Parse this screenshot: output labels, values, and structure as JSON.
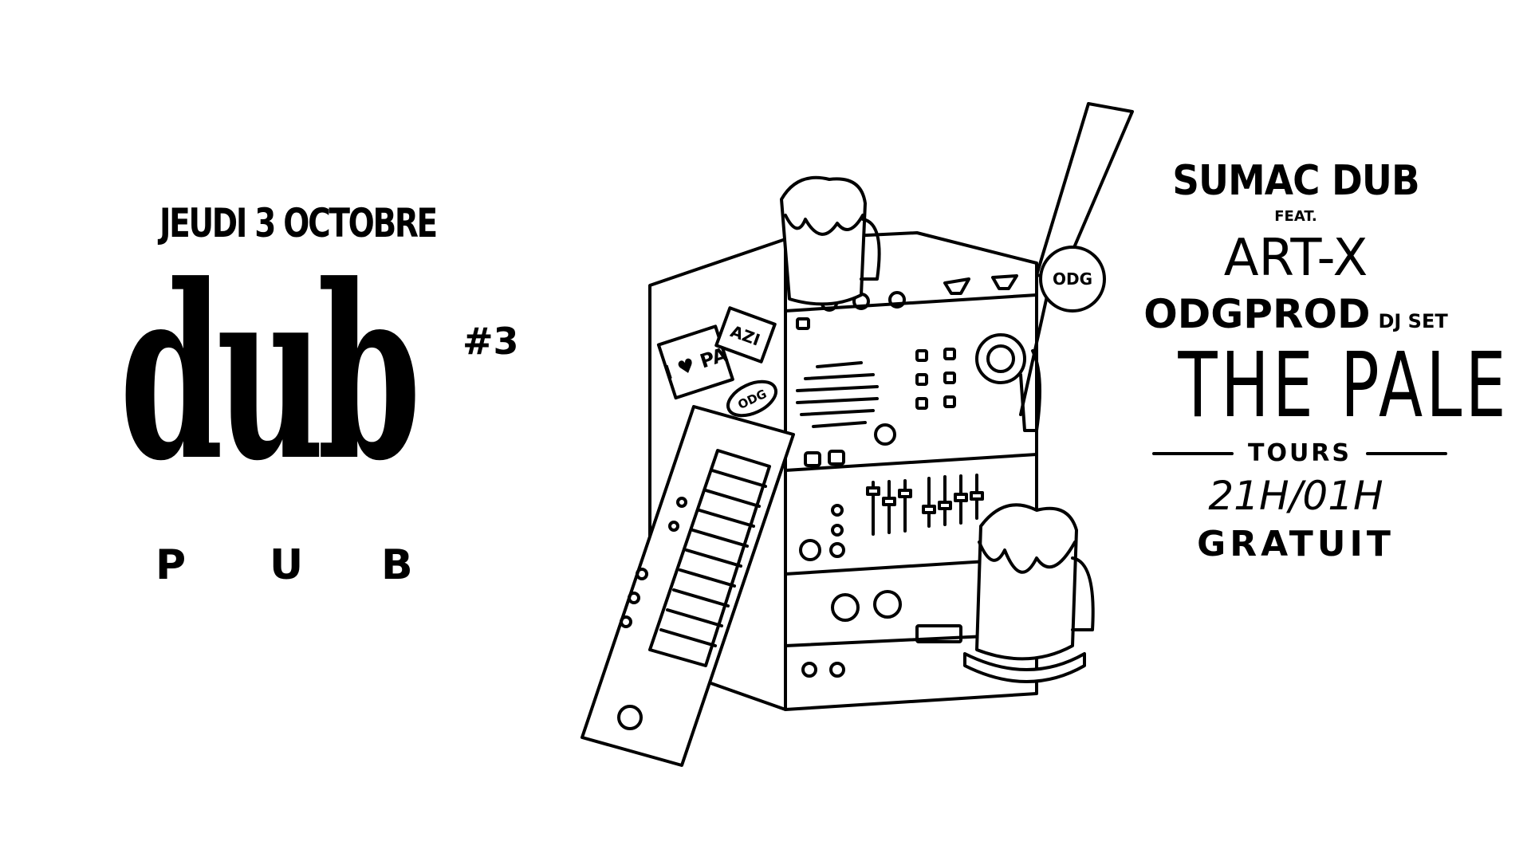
{
  "event": {
    "date": "JEUDI 3 OCTOBRE",
    "logo": "dub",
    "logo_sub": [
      "P",
      "U",
      "B"
    ],
    "edition": "#3"
  },
  "lineup": {
    "headliner": "SUMAC DUB",
    "feat": "FEAT.",
    "guest1": "ART-X",
    "guest2": "ODGPROD",
    "guest2_note": "DJ SET"
  },
  "venue": {
    "name": "THE PALE",
    "city": "TOURS",
    "hours": "21H/01H",
    "price": "GRATUIT"
  },
  "illustration": {
    "stickers": [
      "I ♥ PA",
      "AZI",
      "ODG"
    ],
    "tap_badge": "ODG"
  },
  "colors": {
    "ink": "#000000",
    "paper": "#ffffff"
  }
}
